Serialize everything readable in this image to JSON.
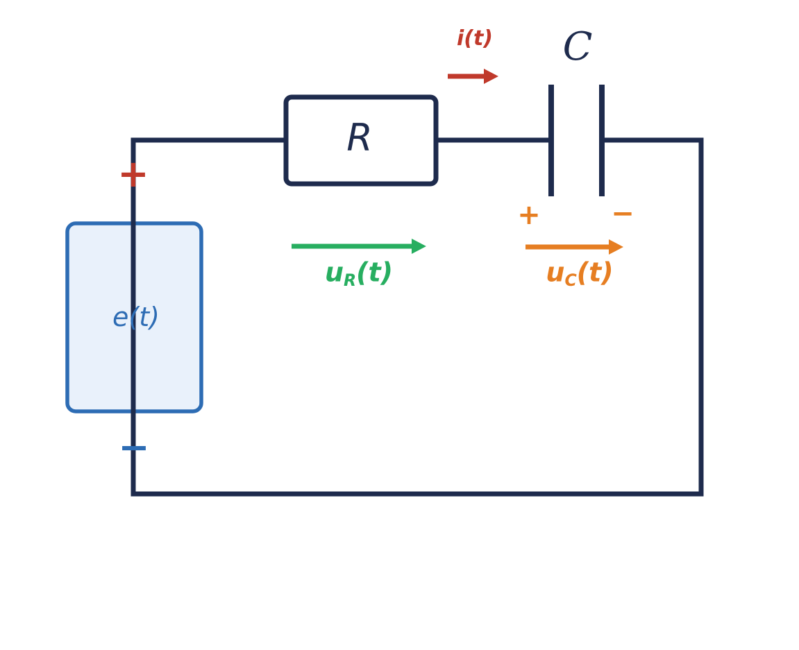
{
  "labels": {
    "resistor": "R",
    "capacitor": "C",
    "source": "e(t)",
    "current": "i(t)",
    "resistor_voltage": {
      "base": "u",
      "sub": "R",
      "tail": "(t)"
    },
    "capacitor_voltage": {
      "base": "u",
      "sub": "C",
      "tail": "(t)"
    }
  },
  "signs": {
    "source_plus": "+",
    "source_minus": "−",
    "capacitor_plus": "+",
    "capacitor_minus": "−"
  },
  "colors": {
    "wire": "#1e2b4d",
    "source_border": "#2d6cb4",
    "source_fill": "#e9f1fb",
    "source_text": "#2d6cb4",
    "current": "#c0392b",
    "resistor_voltage": "#27ae60",
    "capacitor_voltage": "#e67e22"
  }
}
